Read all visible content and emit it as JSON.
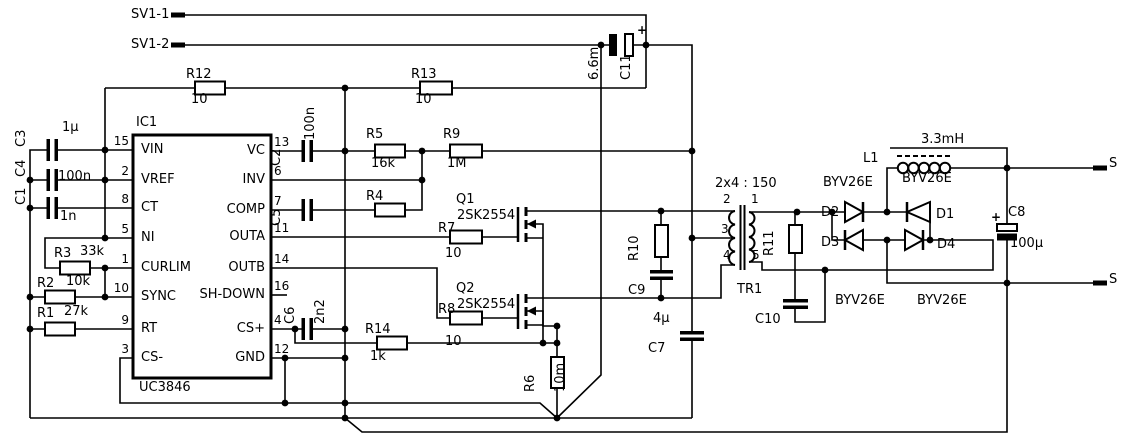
{
  "connectors": {
    "sv1_1": "SV1-1",
    "sv1_2": "SV1-2",
    "out_top": "S",
    "out_bottom": "S"
  },
  "ic": {
    "ref": "IC1",
    "part": "UC3846",
    "left_pins": [
      {
        "num": "15",
        "name": "VIN"
      },
      {
        "num": "2",
        "name": "VREF"
      },
      {
        "num": "8",
        "name": "CT"
      },
      {
        "num": "5",
        "name": "NI"
      },
      {
        "num": "1",
        "name": "CURLIM"
      },
      {
        "num": "10",
        "name": "SYNC"
      },
      {
        "num": "9",
        "name": "RT"
      },
      {
        "num": "3",
        "name": "CS-"
      }
    ],
    "right_pins": [
      {
        "num": "13",
        "name": "VC"
      },
      {
        "num": "6",
        "name": "INV"
      },
      {
        "num": "7",
        "name": "COMP"
      },
      {
        "num": "11",
        "name": "OUTA"
      },
      {
        "num": "14",
        "name": "OUTB"
      },
      {
        "num": "16",
        "name": "SH-DOWN"
      },
      {
        "num": "4",
        "name": "CS+"
      },
      {
        "num": "12",
        "name": "GND"
      }
    ]
  },
  "resistors": [
    {
      "ref": "R12",
      "value": "10"
    },
    {
      "ref": "R13",
      "value": "10"
    },
    {
      "ref": "R5",
      "value": "16k"
    },
    {
      "ref": "R9",
      "value": "1M"
    },
    {
      "ref": "R4",
      "value": ""
    },
    {
      "ref": "R3",
      "value": "33k"
    },
    {
      "ref": "R2",
      "value": "10k"
    },
    {
      "ref": "R1",
      "value": "27k"
    },
    {
      "ref": "R7",
      "value": "10"
    },
    {
      "ref": "R8",
      "value": "10"
    },
    {
      "ref": "R14",
      "value": "1k"
    },
    {
      "ref": "R6",
      "value": "10m"
    },
    {
      "ref": "R10",
      "value": ""
    },
    {
      "ref": "R11",
      "value": ""
    }
  ],
  "capacitors": [
    {
      "ref": "C3",
      "value": "1µ"
    },
    {
      "ref": "C4",
      "value": "100n"
    },
    {
      "ref": "C1",
      "value": "1n"
    },
    {
      "ref": "C2",
      "value": "100n"
    },
    {
      "ref": "C5",
      "value": ""
    },
    {
      "ref": "C6",
      "value": "2n2"
    },
    {
      "ref": "C11",
      "value": "6.6m",
      "polarity": "+"
    },
    {
      "ref": "C9",
      "value": ""
    },
    {
      "ref": "C7",
      "value": "4µ"
    },
    {
      "ref": "C10",
      "value": ""
    },
    {
      "ref": "C8",
      "value": "100µ",
      "polarity": "+"
    }
  ],
  "transistors": [
    {
      "ref": "Q1",
      "part": "2SK2554"
    },
    {
      "ref": "Q2",
      "part": "2SK2554"
    }
  ],
  "diodes": [
    {
      "ref": "D2",
      "part": "BYV26E"
    },
    {
      "ref": "D1",
      "part": "BYV26E"
    },
    {
      "ref": "D3",
      "part": "BYV26E"
    },
    {
      "ref": "D4",
      "part": "BYV26E"
    }
  ],
  "transformer": {
    "ref": "TR1",
    "ratio": "2x4 : 150",
    "pin1": "1",
    "pin2": "2",
    "pin3": "3",
    "pin4": "4",
    "pin5": "5"
  },
  "inductor": {
    "ref": "L1",
    "value": "3.3mH"
  }
}
